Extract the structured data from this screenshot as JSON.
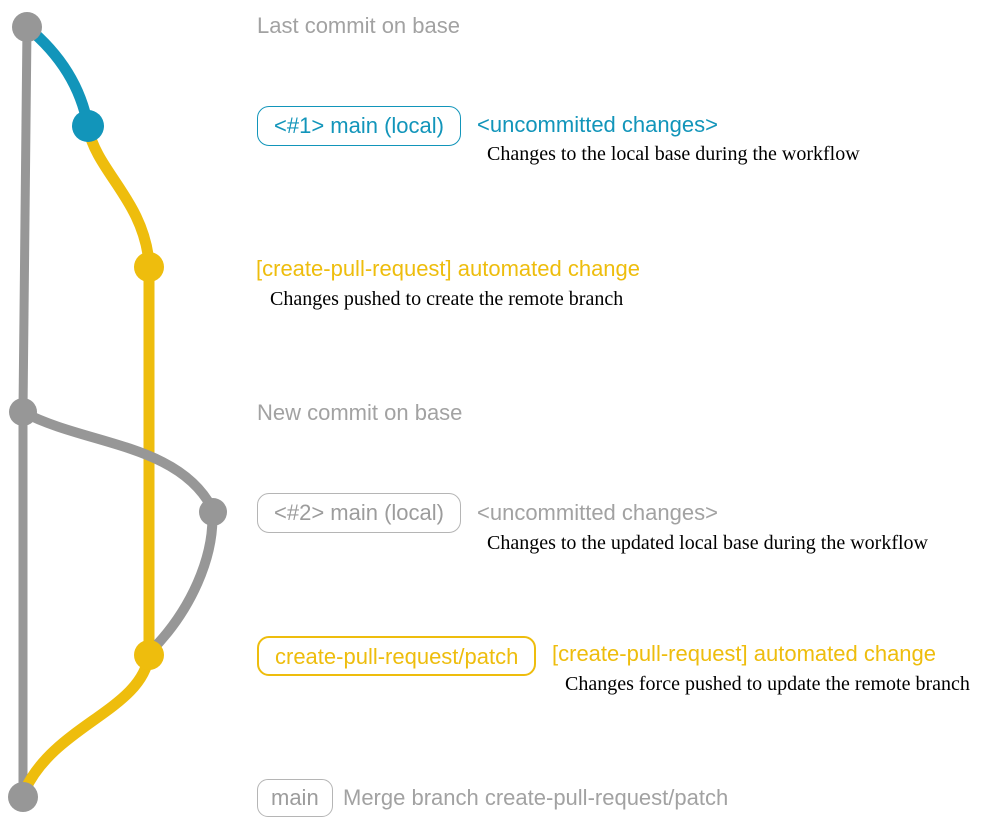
{
  "colors": {
    "base_gray": "#979797",
    "branch_blue": "#1295ba",
    "branch_yellow": "#eebd0d",
    "label_gray": "#a2a2a2",
    "badge_border_gray": "#b5b5b5",
    "badge_text_gray": "#9c9c9c",
    "desc_black": "#000000"
  },
  "rows": {
    "row1": {
      "message": "Last commit on base"
    },
    "row2": {
      "badge": "<#1> main (local)",
      "message": "<uncommitted changes>",
      "description": "Changes to the local base during the workflow"
    },
    "row3": {
      "message": "[create-pull-request] automated change",
      "description": "Changes pushed to create the remote branch"
    },
    "row4": {
      "message": "New commit on base"
    },
    "row5": {
      "badge": "<#2> main (local)",
      "message": "<uncommitted changes>",
      "description": "Changes to the updated local base during the workflow"
    },
    "row6": {
      "badge": "create-pull-request/patch",
      "message": "[create-pull-request] automated change",
      "description": "Changes force pushed to update the remote branch"
    },
    "row7": {
      "badge": "main",
      "message": "Merge branch create-pull-request/patch"
    }
  }
}
